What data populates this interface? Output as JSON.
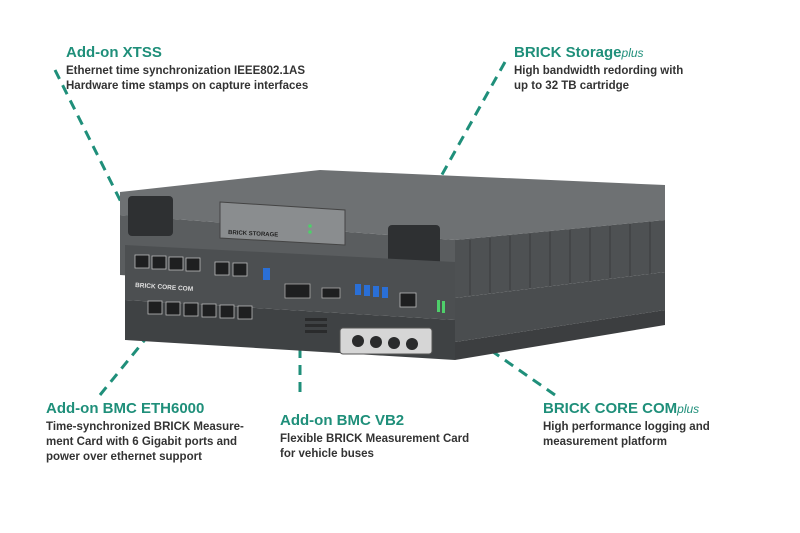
{
  "colors": {
    "accent": "#1f8f7a",
    "text": "#333333",
    "chassis": "#5c5f61",
    "chassis_dark": "#3a3c3e",
    "led_green": "#4ecf6a",
    "usb_blue": "#2a6fd6"
  },
  "callouts": {
    "xtss": {
      "title": "Add-on XTSS",
      "lines": [
        "Ethernet time synchronization IEEE802.1AS",
        "Hardware time stamps on capture interfaces"
      ]
    },
    "storage": {
      "title": "BRICK Storage",
      "title_suffix": "plus",
      "lines": [
        "High bandwidth redording with",
        "up to 32 TB cartridge"
      ]
    },
    "eth6000": {
      "title": "Add-on BMC ETH6000",
      "lines": [
        "Time-synchronized BRICK Measure-",
        "ment Card with 6 Gigabit ports and",
        "power over ethernet support"
      ]
    },
    "vb2": {
      "title": "Add-on BMC VB2",
      "lines": [
        "Flexible BRICK Measurement Card",
        "for vehicle buses"
      ]
    },
    "corecom": {
      "title": "BRICK CORE COM",
      "title_suffix": "plus",
      "lines": [
        "High performance logging and",
        "measurement platform"
      ]
    }
  },
  "device_labels": {
    "storage": "BRICK STORAGE",
    "corecom": "BRICK CORE COM"
  }
}
